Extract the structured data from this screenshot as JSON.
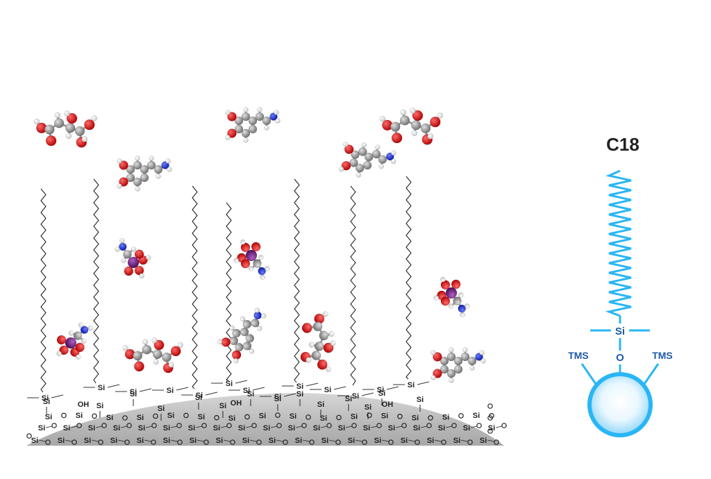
{
  "diagram": {
    "surface_labels": {
      "si": "Si",
      "o": "O",
      "oh": "OH"
    },
    "c18_schematic": {
      "title": "C18",
      "center_atom": "Si",
      "linker_atom": "O",
      "left_cap": "TMS",
      "right_cap": "TMS"
    },
    "colors": {
      "carbon": "#8a8a8a",
      "oxygen": "#d01010",
      "hydrogen": "#f2f2f2",
      "nitrogen": "#1a2fd8",
      "phosphorus": "#6a1a7a",
      "chain": "#111111",
      "surface": "#bdbdbd",
      "schematic_blue": "#29b6f6",
      "label_blue": "#1e5aa8"
    }
  }
}
